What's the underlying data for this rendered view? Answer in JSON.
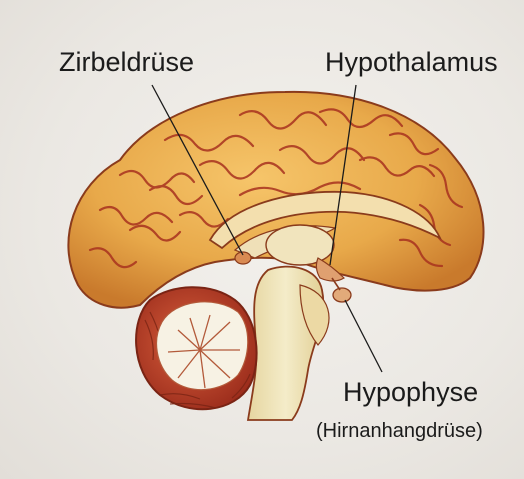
{
  "labels": {
    "zirbeldruse": "Zirbeldrüse",
    "hypothalamus": "Hypothalamus",
    "hypophyse": "Hypophyse",
    "hypophyse_sub": "(Hirnanhangdrüse)"
  },
  "colors": {
    "cortex": "#e8a94a",
    "cortex_dark": "#c97a2c",
    "sulci": "#a8321f",
    "cerebellum": "#c2452c",
    "brainstem": "#efe3b5",
    "background": "#ebe8e3"
  }
}
